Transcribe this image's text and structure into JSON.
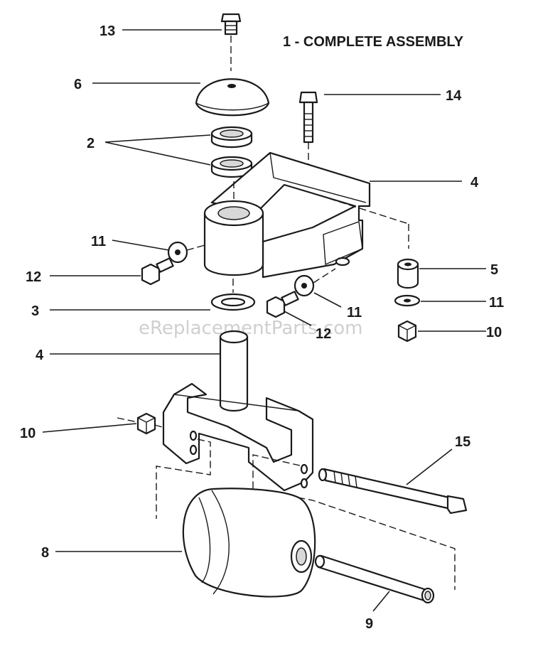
{
  "title": "1 - COMPLETE ASSEMBLY",
  "watermark": "eReplacementParts.com",
  "callouts": {
    "c13": "13",
    "c6": "6",
    "c2": "2",
    "c14": "14",
    "c4_top": "4",
    "c11_left": "11",
    "c12_left": "12",
    "c5": "5",
    "c3": "3",
    "c11_mid": "11",
    "c12_mid": "12",
    "c11_right": "11",
    "c10_right": "10",
    "c4_mid": "4",
    "c10_left": "10",
    "c15": "15",
    "c8": "8",
    "c9": "9"
  },
  "colors": {
    "ink": "#1a1a1a",
    "background": "#ffffff",
    "watermark": "#cfcfcf"
  }
}
